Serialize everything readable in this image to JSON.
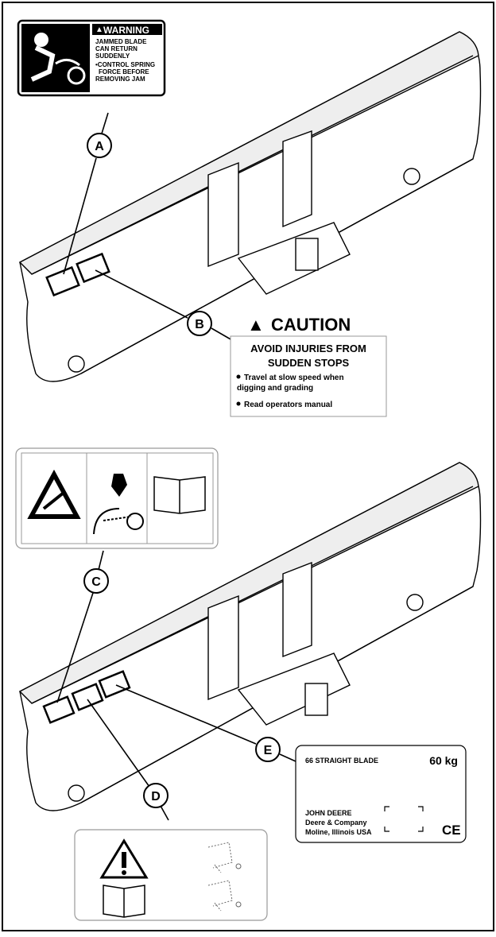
{
  "callouts": {
    "a": "A",
    "b": "B",
    "c": "C",
    "d": "D",
    "e": "E"
  },
  "warning_decal": {
    "header": "WARNING",
    "lines": [
      "JAMMED BLADE",
      "CAN RETURN",
      "SUDDENLY",
      "•CONTROL SPRING",
      "FORCE BEFORE",
      "REMOVING JAM"
    ]
  },
  "caution_decal": {
    "header": "CAUTION",
    "title_lines": [
      "AVOID INJURIES FROM",
      "SUDDEN STOPS"
    ],
    "bullets": [
      "Travel at slow speed when",
      "digging and grading",
      "Read operators manual"
    ]
  },
  "serial_plate": {
    "model": "66 STRAIGHT BLADE",
    "weight": "60 kg",
    "maker_lines": [
      "JOHN DEERE",
      "Deere & Company",
      "Moline, Illinois USA"
    ],
    "mark": "CE"
  },
  "colors": {
    "ink": "#000000",
    "paper": "#ffffff",
    "decal_border": "#999999"
  }
}
